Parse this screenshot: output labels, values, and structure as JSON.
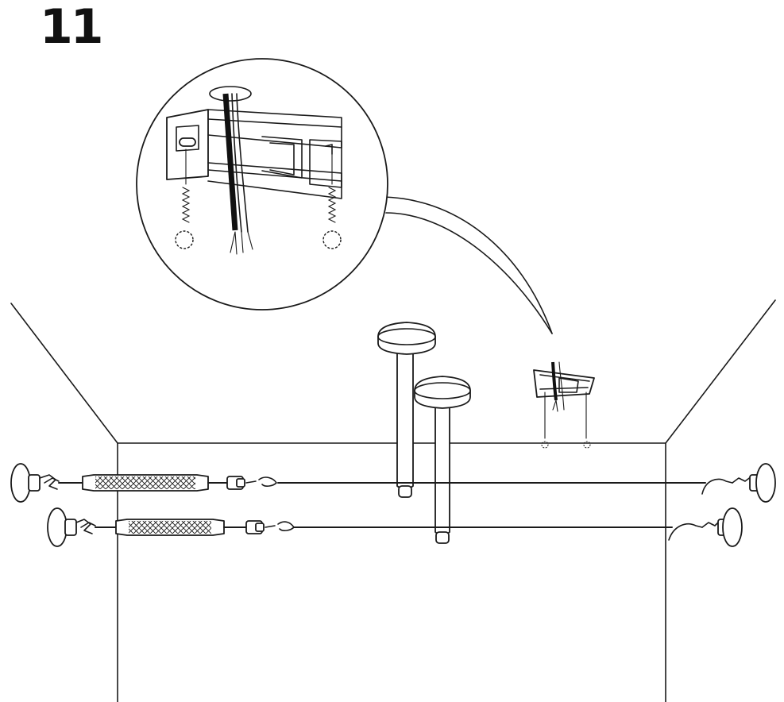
{
  "step": {
    "number": "11"
  },
  "scene": {
    "components": [
      "ceiling-canopy",
      "suspension-rod",
      "tension-wire",
      "wire-tensioner",
      "wall-anchor",
      "ceiling-mounting-bracket",
      "screw",
      "power-cable"
    ],
    "colors": {
      "line": "#1a1a1a",
      "background": "#ffffff"
    }
  }
}
